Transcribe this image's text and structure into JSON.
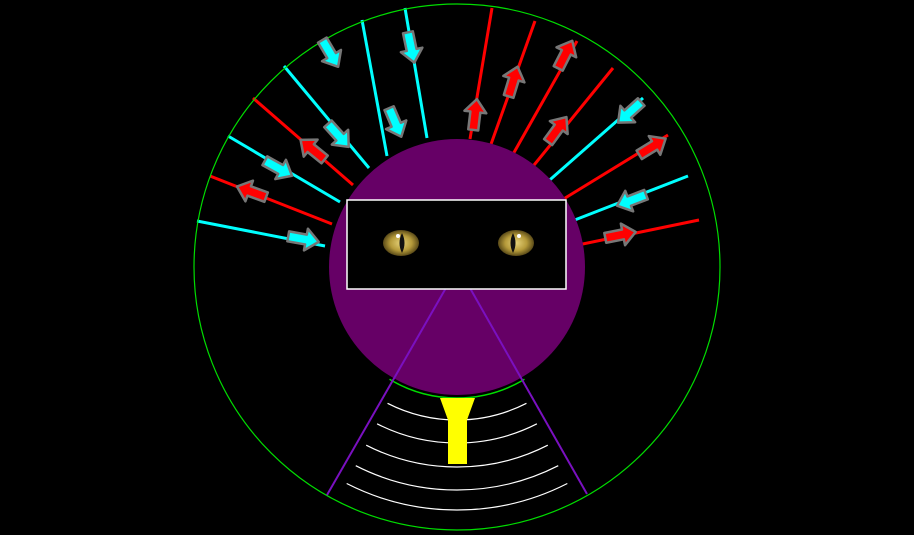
{
  "colors": {
    "background": "#000000",
    "outer_ring": "#00dd00",
    "head": "#660066",
    "cone": "#7a10c0",
    "inbound": "#00ffff",
    "outbound": "#ff0000",
    "arrow_outline": "#777777",
    "wave": "#ffffff",
    "speaker": "#ffff00",
    "eye_iris": "#b59a3a",
    "eye_frame": "#ffffff"
  },
  "rays": {
    "inbound_count": 7,
    "outbound_count": 8
  },
  "sound_waves": {
    "count": 5
  }
}
